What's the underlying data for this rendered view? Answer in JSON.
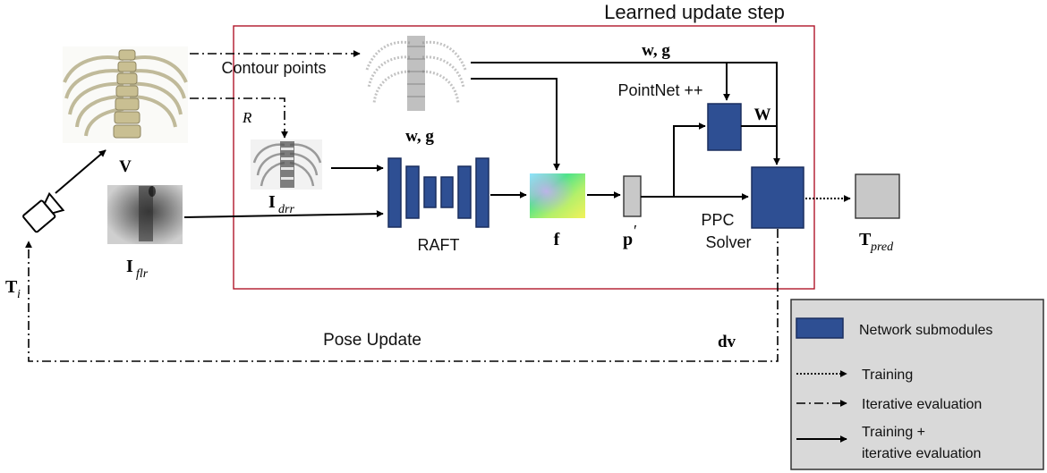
{
  "region_title": "Learned update step",
  "labels": {
    "contour_points": "Contour points",
    "pointnet": "PointNet ++",
    "raft": "RAFT",
    "ppc_line1": "PPC",
    "ppc_line2": "Solver",
    "pose_update": "Pose Update"
  },
  "math": {
    "V": "V",
    "R": "R",
    "I_drr_main": "I",
    "I_drr_sub": "drr",
    "I_flr_main": "I",
    "I_flr_sub": "flr",
    "wg_top": "w, g",
    "wg_mid": "w, g",
    "W": "W",
    "f": "f",
    "p_main": "p",
    "p_prime": "′",
    "T_pred_main": "T",
    "T_pred_sub": "pred",
    "T_i_main": "T",
    "T_i_sub": "i",
    "dv": "dv"
  },
  "legend": {
    "network_submodules": "Network submodules",
    "training": "Training",
    "iterative_evaluation": "Iterative evaluation",
    "training_iterative_line1": "Training +",
    "training_iterative_line2": "iterative evaluation"
  },
  "colors": {
    "network_block": "#2e4f93",
    "network_block_stroke": "#1a2f5f",
    "frame_red": "#b0172b",
    "gray_block": "#c8c8c8",
    "legend_bg": "#d9d9d9"
  }
}
